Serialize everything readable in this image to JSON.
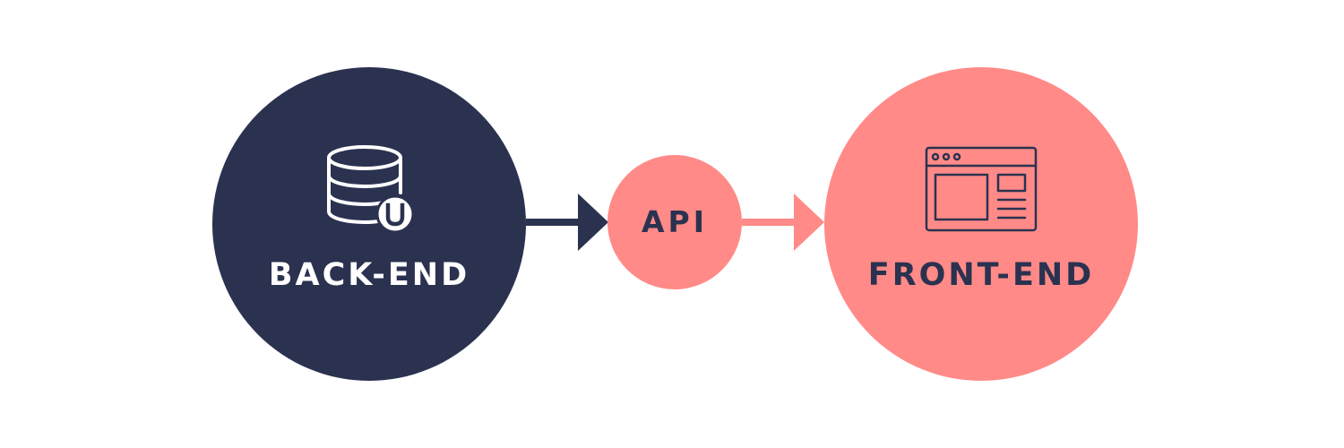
{
  "nodes": {
    "backend": {
      "label": "BACK-END",
      "icon": "database-icon"
    },
    "api": {
      "label": "API"
    },
    "frontend": {
      "label": "FRONT-END",
      "icon": "browser-window-icon"
    }
  },
  "colors": {
    "navy": "#2b3250",
    "salmon": "#ff8a87",
    "background": "#ffffff"
  }
}
